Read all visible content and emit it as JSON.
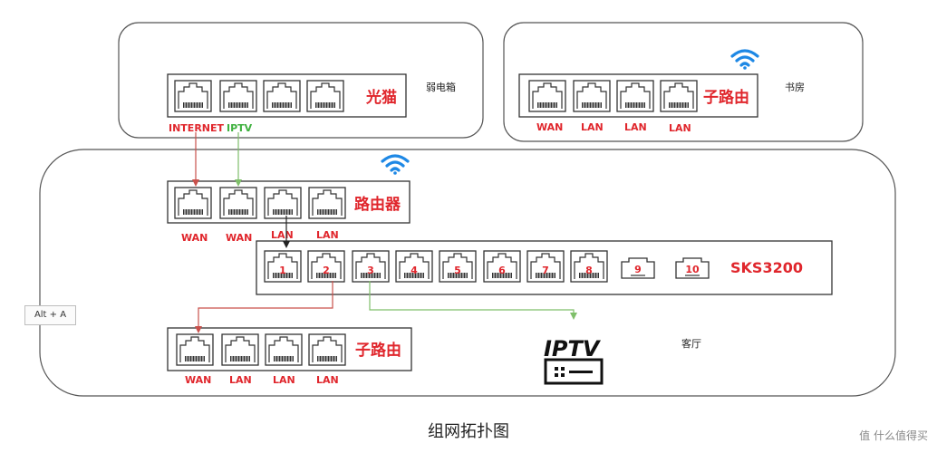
{
  "zones": {
    "weak_box": {
      "label": "弱电箱"
    },
    "study": {
      "label": "书房"
    },
    "living": {
      "label": "客厅"
    }
  },
  "devices": {
    "modem": {
      "name": "光猫",
      "port_labels": [
        "INTERNET",
        "IPTV"
      ]
    },
    "router": {
      "name": "路由器",
      "port_labels": [
        "WAN",
        "WAN",
        "LAN",
        "LAN"
      ]
    },
    "switch": {
      "name": "SKS3200",
      "port_numbers": [
        "1",
        "2",
        "3",
        "4",
        "5",
        "6",
        "7",
        "8",
        "9",
        "10"
      ]
    },
    "study_router": {
      "name": "子路由",
      "port_labels": [
        "WAN",
        "LAN",
        "LAN",
        "LAN"
      ]
    },
    "living_router": {
      "name": "子路由",
      "port_labels": [
        "WAN",
        "LAN",
        "LAN",
        "LAN"
      ]
    },
    "iptv_box": {
      "name": "IPTV"
    }
  },
  "overlay": {
    "hint": "Alt + A"
  },
  "caption": "组网拓扑图",
  "watermark": "值 什么值得买",
  "colors": {
    "red": "#e0262c",
    "green": "#3fb13f",
    "wire_red": "#c9504b",
    "wire_green": "#7fbf6a",
    "wifi": "#1e88e5"
  },
  "icons": [
    "wifi-icon",
    "ethernet-port-icon",
    "sfp-port-icon",
    "iptv-box-icon"
  ]
}
